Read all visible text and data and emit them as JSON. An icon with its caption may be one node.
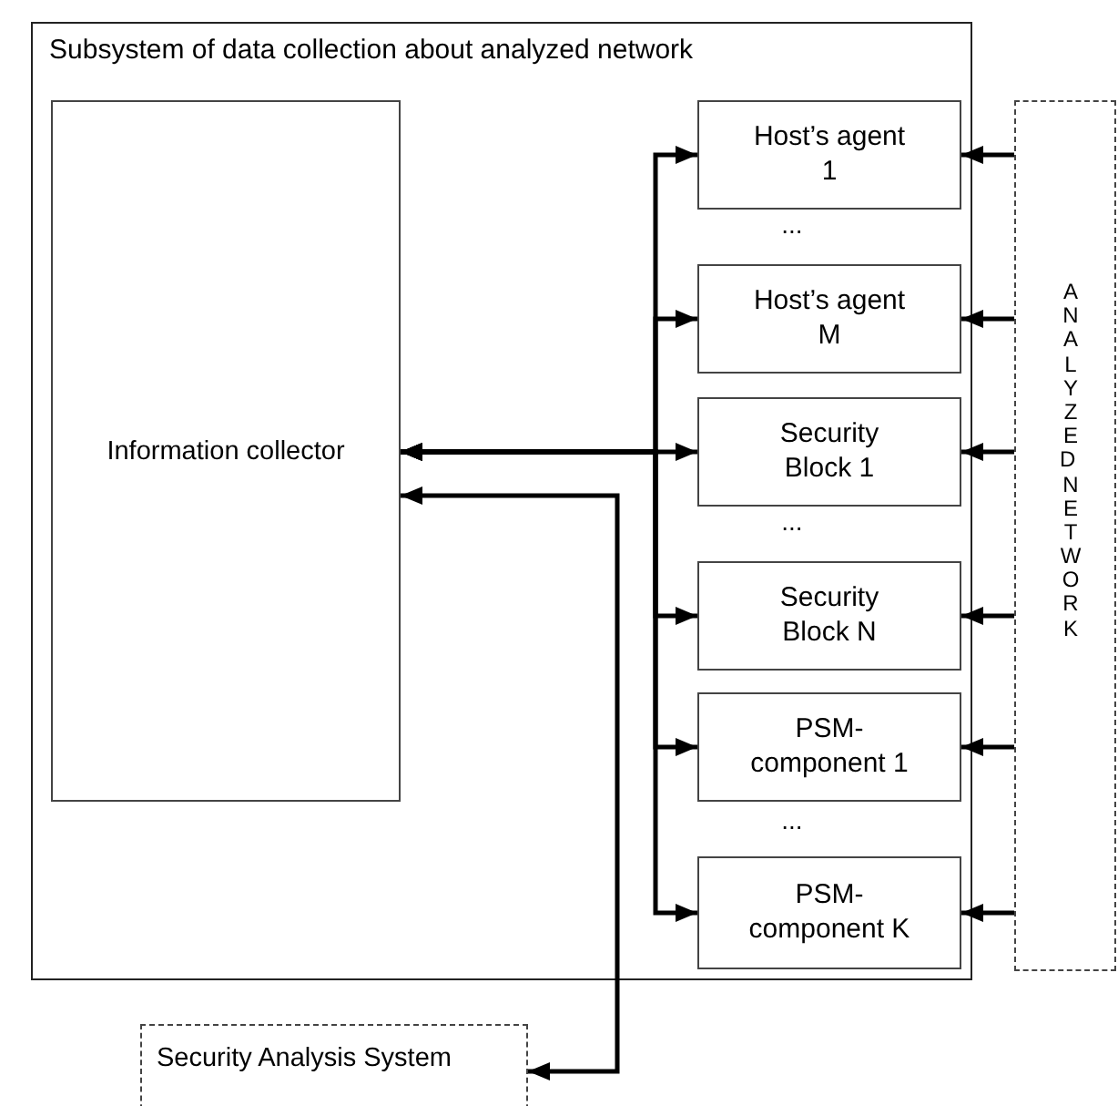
{
  "diagram": {
    "nodes": [
      {
        "text": [
          "Subsystem of data collection about analyzed network"
        ]
      },
      {
        "text": [
          "Information collector"
        ],
        "in": 0
      },
      {
        "text": [
          "Host’s agent 1"
        ],
        "in": 0
      },
      {
        "text": [
          "Host’s agent M"
        ],
        "in": 0
      },
      {
        "text": [
          "Security Block 1"
        ],
        "in": 0
      },
      {
        "text": [
          "Security Block N"
        ],
        "in": 0
      },
      {
        "text": [
          "PSM-component 1"
        ],
        "in": 0
      },
      {
        "text": [
          "PSM-component K"
        ],
        "in": 0
      },
      {
        "text": [
          "ANALYZED NETWORK"
        ]
      },
      {
        "text": [
          "Security Analysis System"
        ]
      }
    ],
    "edges": [
      {
        "from": 1,
        "to": 2,
        "arrow": "both"
      },
      {
        "from": 1,
        "to": 3,
        "arrow": "both"
      },
      {
        "from": 1,
        "to": 4,
        "arrow": "both"
      },
      {
        "from": 1,
        "to": 5,
        "arrow": "both"
      },
      {
        "from": 1,
        "to": 6,
        "arrow": "both"
      },
      {
        "from": 1,
        "to": 7,
        "arrow": "both"
      },
      {
        "from": 8,
        "to": 2,
        "arrow": "to"
      },
      {
        "from": 8,
        "to": 3,
        "arrow": "to"
      },
      {
        "from": 8,
        "to": 4,
        "arrow": "to"
      },
      {
        "from": 8,
        "to": 5,
        "arrow": "to"
      },
      {
        "from": 8,
        "to": 6,
        "arrow": "to"
      },
      {
        "from": 8,
        "to": 7,
        "arrow": "to"
      },
      {
        "from": 9,
        "to": 1,
        "arrow": "both"
      }
    ],
    "labels": [
      "...",
      "...",
      "..."
    ]
  }
}
